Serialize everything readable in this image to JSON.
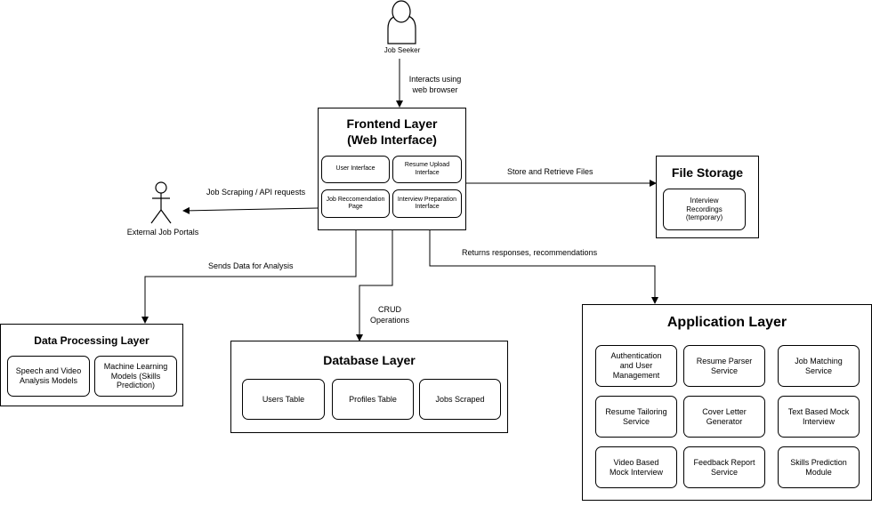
{
  "actors": {
    "job_seeker": "Job Seeker",
    "external_portals": "External Job Portals"
  },
  "frontend": {
    "title": "Frontend Layer",
    "subtitle": "(Web Interface)",
    "items": [
      "User Interface",
      "Resume Upload Interface",
      "Job Reccomendation Page",
      "Interview Preparation Interface"
    ]
  },
  "file_storage": {
    "title": "File Storage",
    "items": [
      "Interview Recordings (temporary)"
    ]
  },
  "data_processing": {
    "title": "Data Processing Layer",
    "items": [
      "Speech and Video Analysis Models",
      "Machine Learning Models (Skills Prediction)"
    ]
  },
  "database": {
    "title": "Database Layer",
    "items": [
      "Users Table",
      "Profiles Table",
      "Jobs Scraped"
    ]
  },
  "application": {
    "title": "Application Layer",
    "items": [
      "Authentication and User Management",
      "Resume Parser Service",
      "Job Matching Service",
      "Resume Tailoring Service",
      "Cover Letter Generator",
      "Text Based Mock Interview",
      "Video Based Mock Interview",
      "Feedback Report Service",
      "Skills Prediction Module"
    ]
  },
  "edges": {
    "interacts": "Interacts using web browser",
    "scraping": "Job Scraping / API requests",
    "files": "Store and Retrieve Files",
    "sends_data": "Sends Data for Analysis",
    "crud": "CRUD Operations",
    "returns": "Returns responses, recommendations"
  }
}
